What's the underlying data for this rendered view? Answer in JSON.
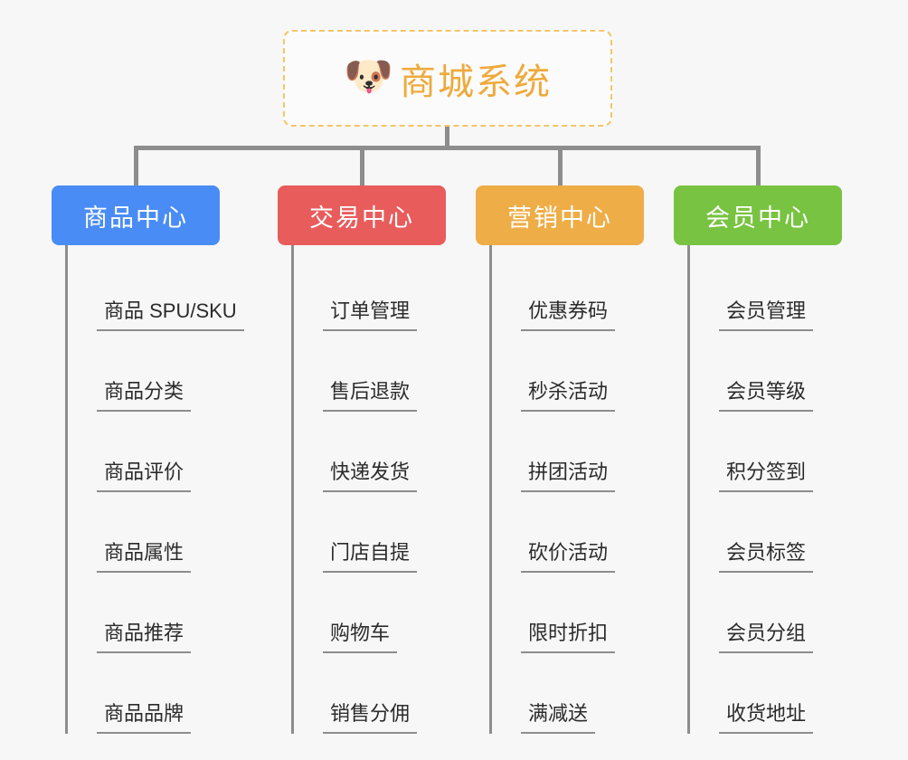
{
  "diagram": {
    "type": "mind-map",
    "background_color": "#f7f7f7",
    "root": {
      "icon": "dog-face-icon",
      "icon_glyph": "🐶",
      "title": "商城系统",
      "title_color": "#eeaa3c",
      "border_color": "#f3c56b",
      "border_style": "dashed"
    },
    "connector_color": "#8d8d8d",
    "branches": [
      {
        "id": "product-center",
        "label": "商品中心",
        "color": "#4a8cf5",
        "items": [
          "商品 SPU/SKU",
          "商品分类",
          "商品评价",
          "商品属性",
          "商品推荐",
          "商品品牌"
        ]
      },
      {
        "id": "trade-center",
        "label": "交易中心",
        "color": "#e85c5c",
        "items": [
          "订单管理",
          "售后退款",
          "快递发货",
          "门店自提",
          "购物车",
          "销售分佣"
        ]
      },
      {
        "id": "marketing-center",
        "label": "营销中心",
        "color": "#eead46",
        "items": [
          "优惠券码",
          "秒杀活动",
          "拼团活动",
          "砍价活动",
          "限时折扣",
          "满减送"
        ]
      },
      {
        "id": "member-center",
        "label": "会员中心",
        "color": "#78c341",
        "items": [
          "会员管理",
          "会员等级",
          "积分签到",
          "会员标签",
          "会员分组",
          "收货地址"
        ]
      }
    ]
  }
}
